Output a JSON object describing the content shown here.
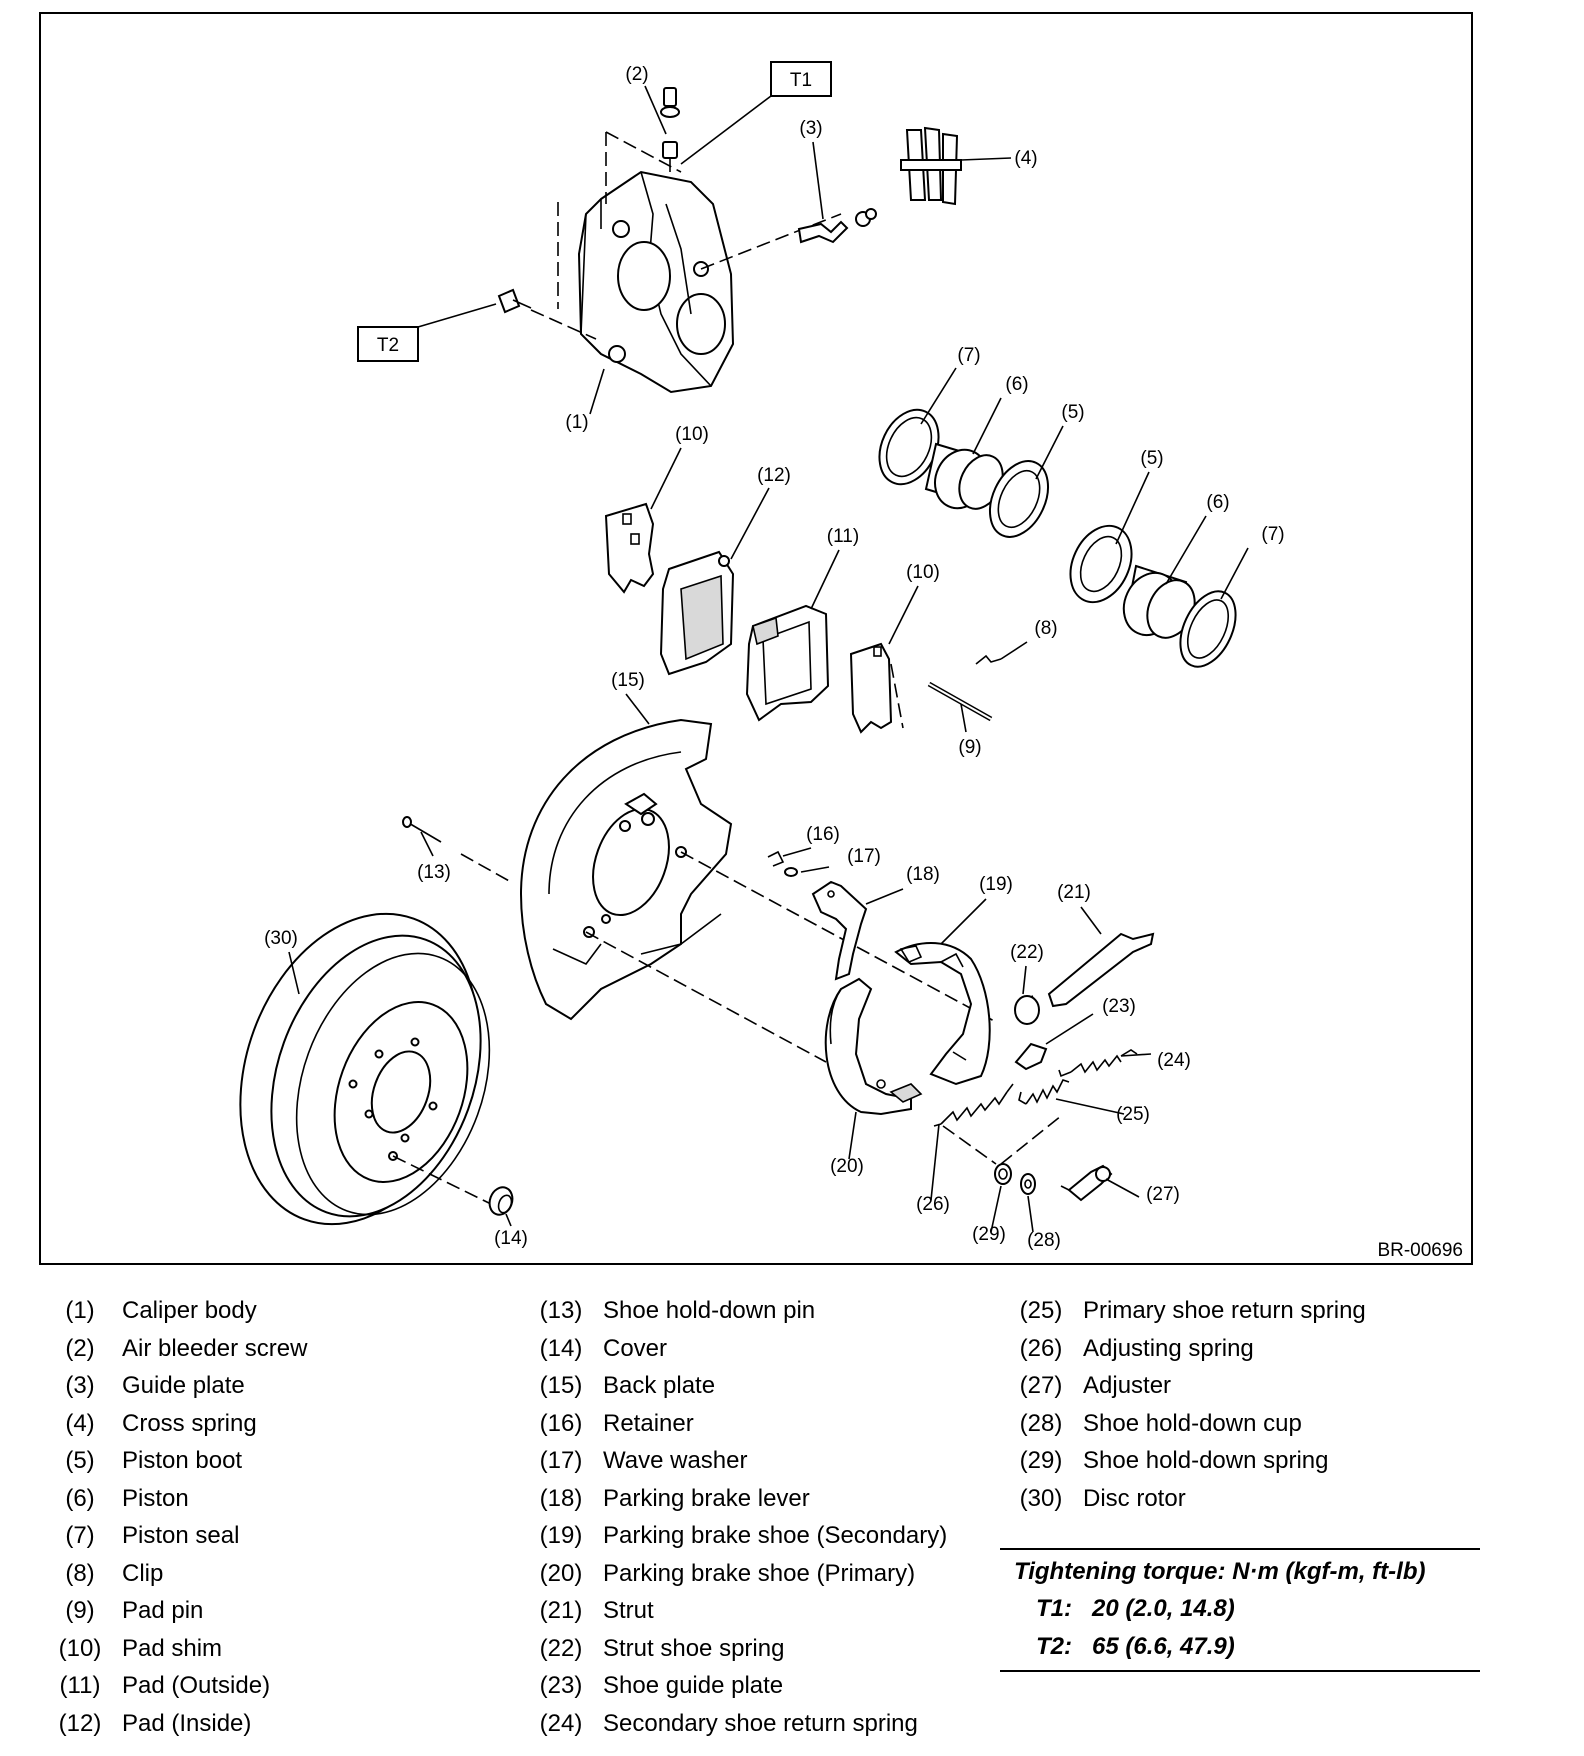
{
  "figure_id": "BR-00696",
  "torque_labels": [
    "T1",
    "T2"
  ],
  "callouts": {
    "c1": "(1)",
    "c2": "(2)",
    "c3": "(3)",
    "c4": "(4)",
    "c5a": "(5)",
    "c5b": "(5)",
    "c6a": "(6)",
    "c6b": "(6)",
    "c7a": "(7)",
    "c7b": "(7)",
    "c8": "(8)",
    "c9": "(9)",
    "c10a": "(10)",
    "c10b": "(10)",
    "c11": "(11)",
    "c12": "(12)",
    "c13": "(13)",
    "c14": "(14)",
    "c15": "(15)",
    "c16": "(16)",
    "c17": "(17)",
    "c18": "(18)",
    "c19": "(19)",
    "c20": "(20)",
    "c21": "(21)",
    "c22": "(22)",
    "c23": "(23)",
    "c24": "(24)",
    "c25": "(25)",
    "c26": "(26)",
    "c27": "(27)",
    "c28": "(28)",
    "c29": "(29)",
    "c30": "(30)"
  },
  "legend": {
    "col1": [
      {
        "num": "(1)",
        "name": "Caliper body"
      },
      {
        "num": "(2)",
        "name": "Air bleeder screw"
      },
      {
        "num": "(3)",
        "name": "Guide plate"
      },
      {
        "num": "(4)",
        "name": "Cross spring"
      },
      {
        "num": "(5)",
        "name": "Piston boot"
      },
      {
        "num": "(6)",
        "name": "Piston"
      },
      {
        "num": "(7)",
        "name": "Piston seal"
      },
      {
        "num": "(8)",
        "name": "Clip"
      },
      {
        "num": "(9)",
        "name": "Pad pin"
      },
      {
        "num": "(10)",
        "name": "Pad shim"
      },
      {
        "num": "(11)",
        "name": "Pad (Outside)"
      },
      {
        "num": "(12)",
        "name": "Pad (Inside)"
      }
    ],
    "col2": [
      {
        "num": "(13)",
        "name": "Shoe hold-down pin"
      },
      {
        "num": "(14)",
        "name": "Cover"
      },
      {
        "num": "(15)",
        "name": "Back plate"
      },
      {
        "num": "(16)",
        "name": "Retainer"
      },
      {
        "num": "(17)",
        "name": "Wave washer"
      },
      {
        "num": "(18)",
        "name": "Parking brake lever"
      },
      {
        "num": "(19)",
        "name": "Parking brake shoe (Secondary)"
      },
      {
        "num": "(20)",
        "name": "Parking brake shoe (Primary)"
      },
      {
        "num": "(21)",
        "name": "Strut"
      },
      {
        "num": "(22)",
        "name": "Strut shoe spring"
      },
      {
        "num": "(23)",
        "name": "Shoe guide plate"
      },
      {
        "num": "(24)",
        "name": "Secondary shoe return spring"
      }
    ],
    "col3": [
      {
        "num": "(25)",
        "name": "Primary shoe return spring"
      },
      {
        "num": "(26)",
        "name": "Adjusting spring"
      },
      {
        "num": "(27)",
        "name": "Adjuster"
      },
      {
        "num": "(28)",
        "name": "Shoe hold-down cup"
      },
      {
        "num": "(29)",
        "name": "Shoe hold-down spring"
      },
      {
        "num": "(30)",
        "name": "Disc rotor"
      }
    ]
  },
  "torque": {
    "heading": "Tightening torque: N·m (kgf-m, ft-lb)",
    "rows": [
      {
        "key": "T1:",
        "value": "20 (2.0, 14.8)"
      },
      {
        "key": "T2:",
        "value": "65 (6.6, 47.9)"
      }
    ]
  }
}
